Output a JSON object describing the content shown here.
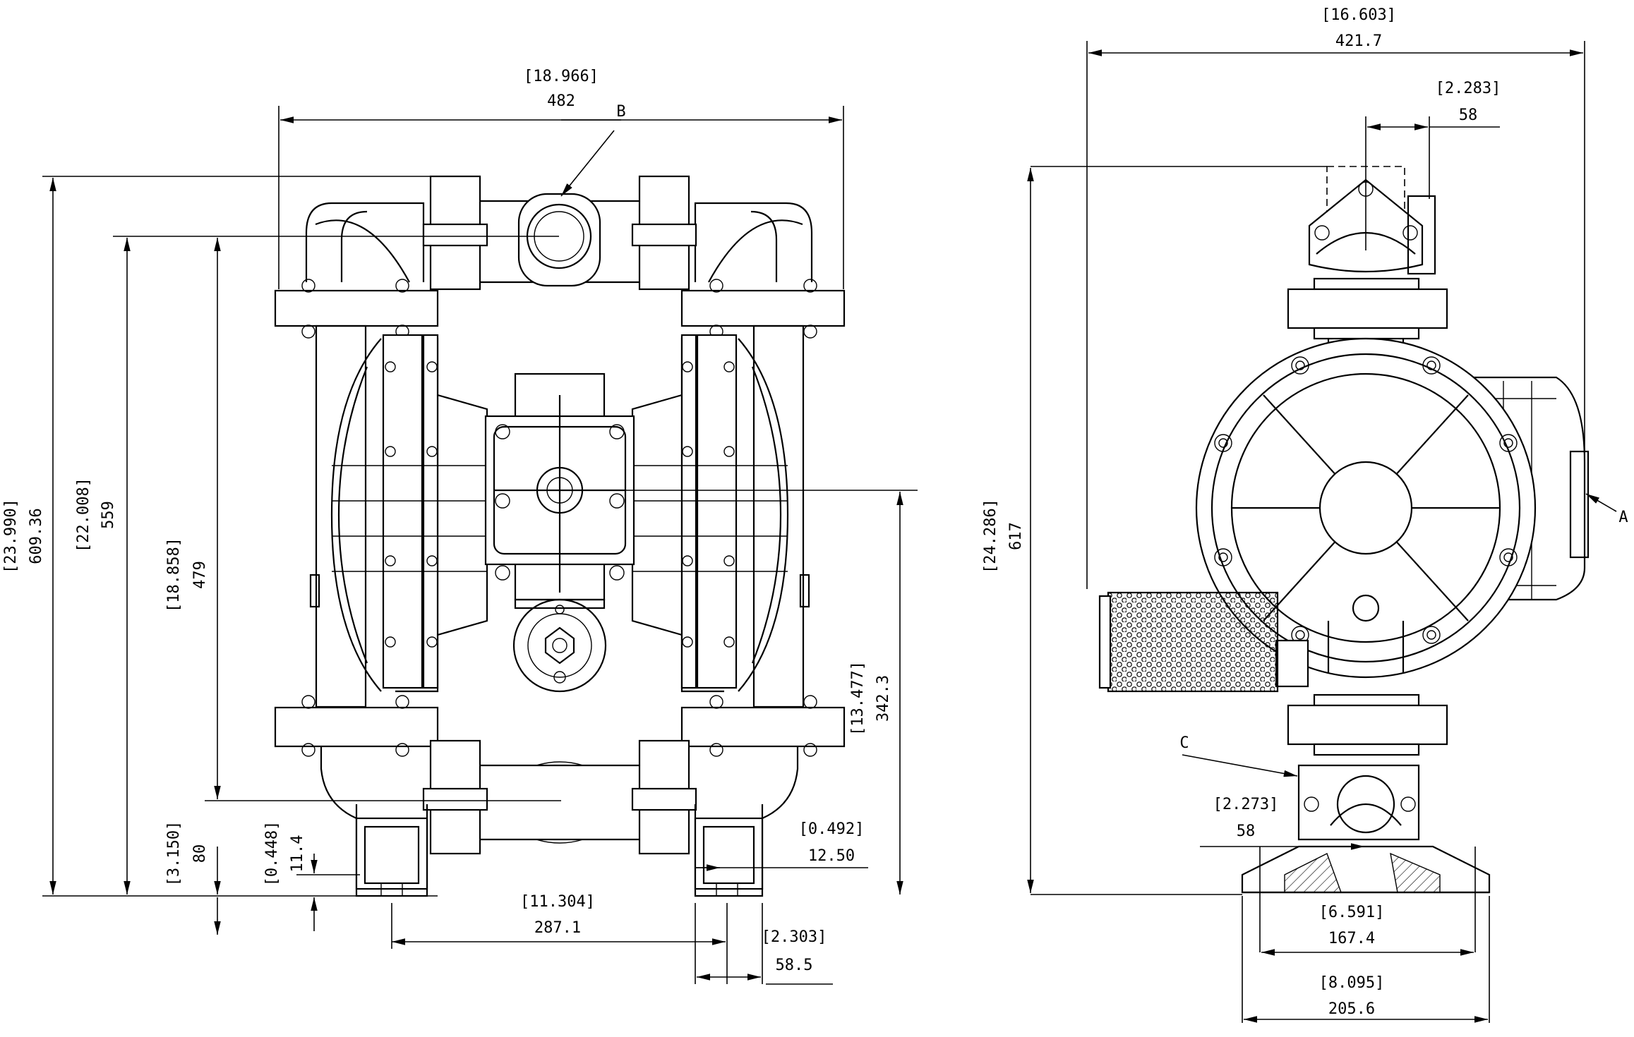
{
  "dimensions": {
    "top_width": {
      "in": "[18.966]",
      "mm": "482"
    },
    "left_total_height": {
      "in": "[23.990]",
      "mm": "609.36"
    },
    "left_inlet_height": {
      "in": "[22.008]",
      "mm": "559"
    },
    "left_center_height": {
      "in": "[18.858]",
      "mm": "479"
    },
    "left_base_80": {
      "in": "[3.150]",
      "mm": "80"
    },
    "left_base_11": {
      "in": "[0.448]",
      "mm": "11.4"
    },
    "right_center_height": {
      "in": "[13.477]",
      "mm": "342.3"
    },
    "foot_hole": {
      "in": "[0.492]",
      "mm": "12.50"
    },
    "foot_spacing": {
      "in": "[11.304]",
      "mm": "287.1"
    },
    "foot_width": {
      "in": "[2.303]",
      "mm": "58.5"
    },
    "side_total_width": {
      "in": "[16.603]",
      "mm": "421.7"
    },
    "side_top_port": {
      "in": "[2.283]",
      "mm": "58"
    },
    "side_total_height": {
      "in": "[24.286]",
      "mm": "617"
    },
    "side_bottom_port": {
      "in": "[2.273]",
      "mm": "58"
    },
    "base_inner_width": {
      "in": "[6.591]",
      "mm": "167.4"
    },
    "base_outer_width": {
      "in": "[8.095]",
      "mm": "205.6"
    }
  },
  "labels": {
    "a": "A",
    "b": "B",
    "c": "C"
  }
}
